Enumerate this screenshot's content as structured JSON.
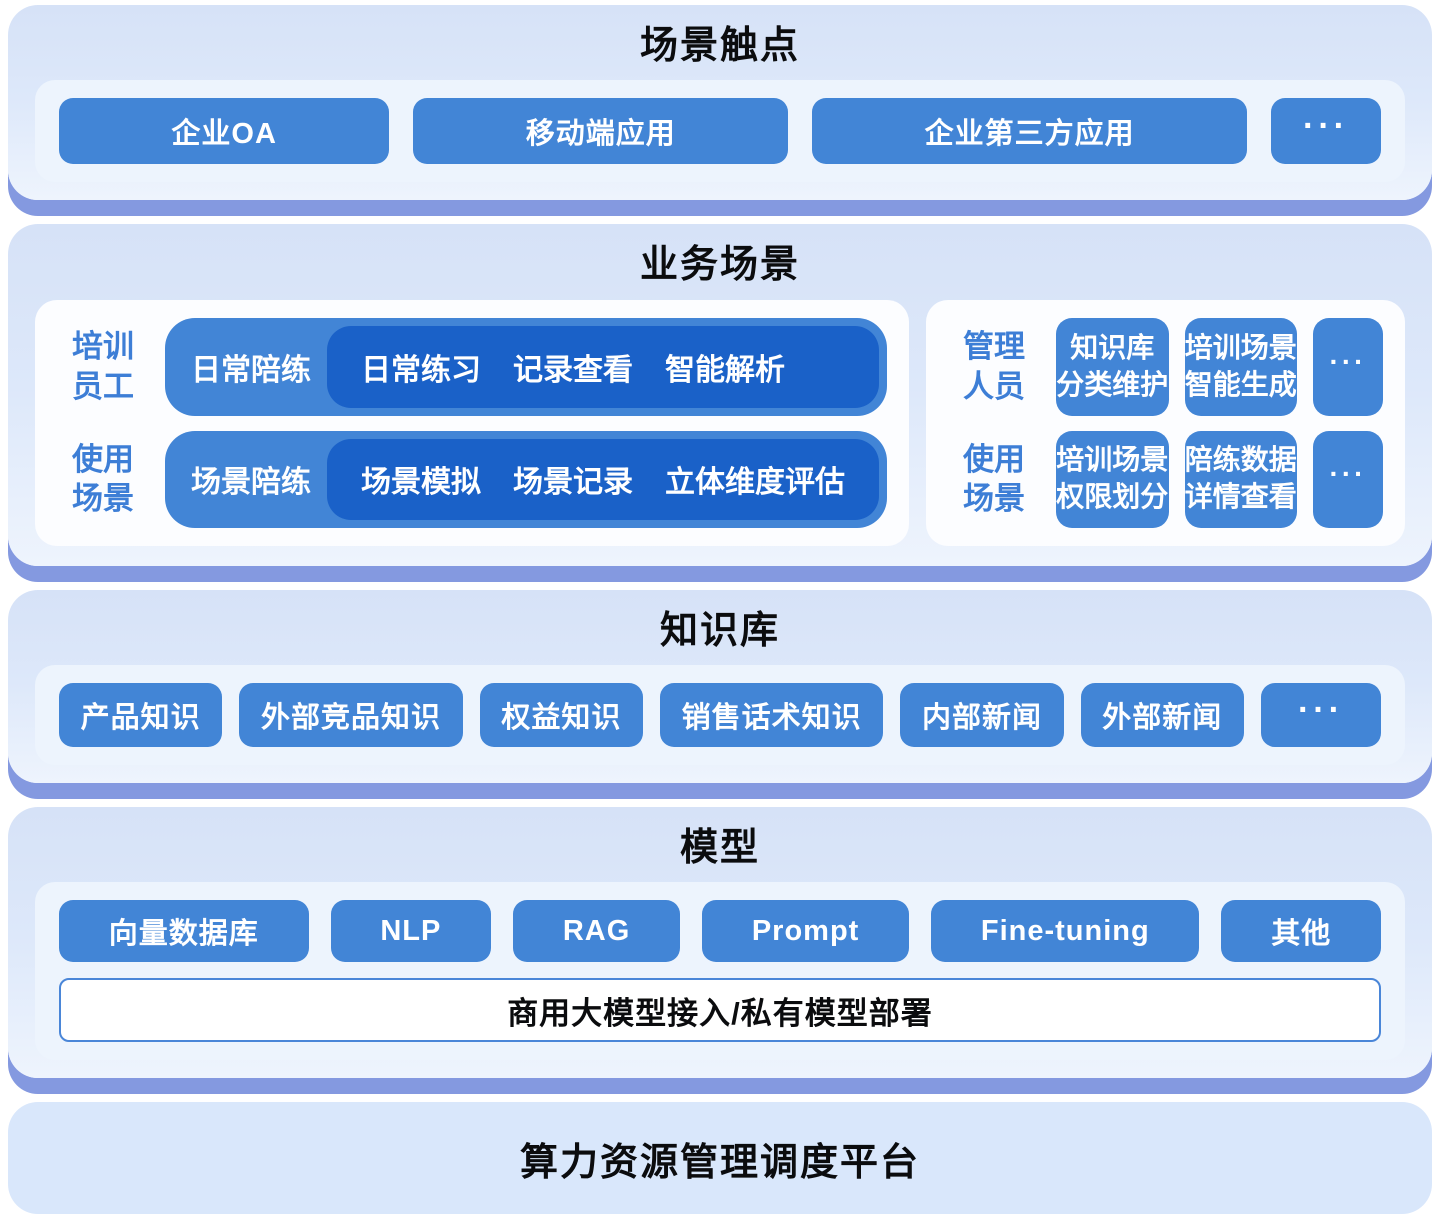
{
  "palette": {
    "button_blue": "#4285d6",
    "deep_pill_blue": "#1a61c8",
    "label_blue": "#3d7ed6",
    "panel_gradient_top": "#d6e2f7",
    "panel_gradient_bottom": "#eef4fd",
    "shadow_band": "#8499e0",
    "tray_bg": "#edf4fd",
    "card_bg": "#fcfdff",
    "platform_bg": "#d9e7fb",
    "title_color": "#0b0c0e",
    "banner_border": "#4a86d8"
  },
  "sections": [
    {
      "title": "场景触点",
      "buttons": [
        "企业OA",
        "移动端应用",
        "企业第三方应用"
      ],
      "more": "···"
    },
    {
      "title": "业务场景",
      "left": {
        "rows": [
          {
            "label": "培训\n员工",
            "pill": "日常陪练",
            "items": [
              "日常练习",
              "记录查看",
              "智能解析"
            ]
          },
          {
            "label": "使用\n场景",
            "pill": "场景陪练",
            "items": [
              "场景模拟",
              "场景记录",
              "立体维度评估"
            ]
          }
        ]
      },
      "right": {
        "rows": [
          {
            "label": "管理\n人员",
            "b1": [
              "知识库",
              "分类维护"
            ],
            "b2": [
              "培训场景",
              "智能生成"
            ],
            "more": "···"
          },
          {
            "label": "使用\n场景",
            "b1": [
              "培训场景",
              "权限划分"
            ],
            "b2": [
              "陪练数据",
              "详情查看"
            ],
            "more": "···"
          }
        ]
      }
    },
    {
      "title": "知识库",
      "buttons": [
        "产品知识",
        "外部竞品知识",
        "权益知识",
        "销售话术知识",
        "内部新闻",
        "外部新闻"
      ],
      "more": "···"
    },
    {
      "title": "模型",
      "buttons": [
        "向量数据库",
        "NLP",
        "RAG",
        "Prompt",
        "Fine-tuning",
        "其他"
      ],
      "banner": "商用大模型接入/私有模型部署"
    },
    {
      "title": "算力资源管理调度平台"
    }
  ]
}
